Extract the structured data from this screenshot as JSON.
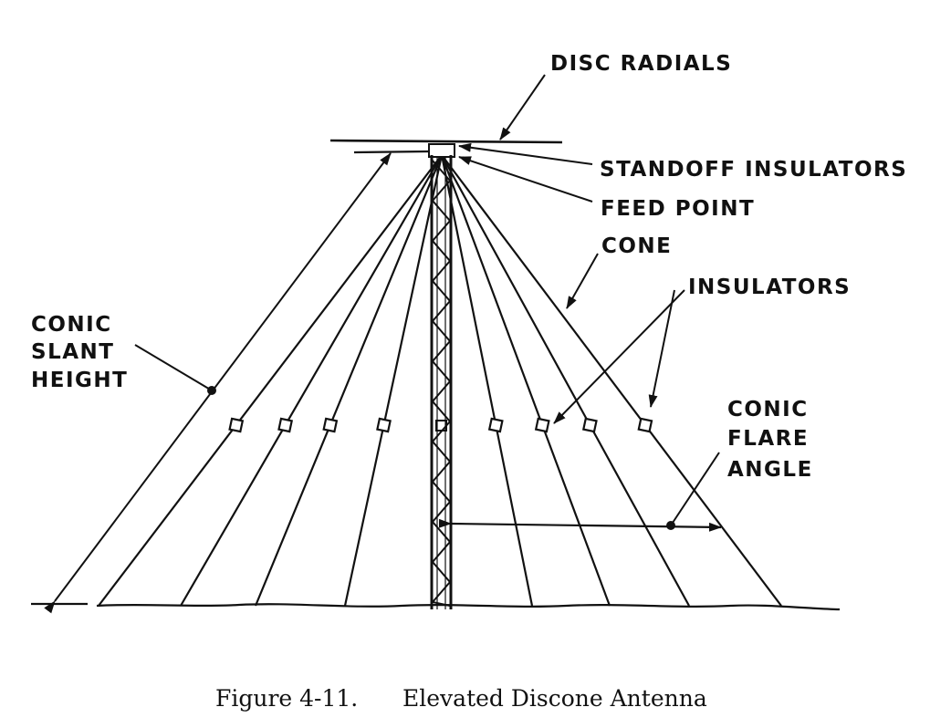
{
  "labels": {
    "disc_radials": "DISC RADIALS",
    "standoff_insulators": "STANDOFF INSULATORS",
    "feed_point": "FEED POINT",
    "cone": "CONE",
    "insulators": "INSULATORS",
    "conic_slant_height": [
      "CONIC",
      "SLANT",
      "HEIGHT"
    ],
    "conic_flare_angle": [
      "CONIC",
      "FLARE",
      "ANGLE"
    ]
  },
  "caption": {
    "figure_number": "Figure 4-11.",
    "title": "Elevated Discone Antenna"
  },
  "colors": {
    "ink": "#111111",
    "paper": "#ffffff"
  }
}
